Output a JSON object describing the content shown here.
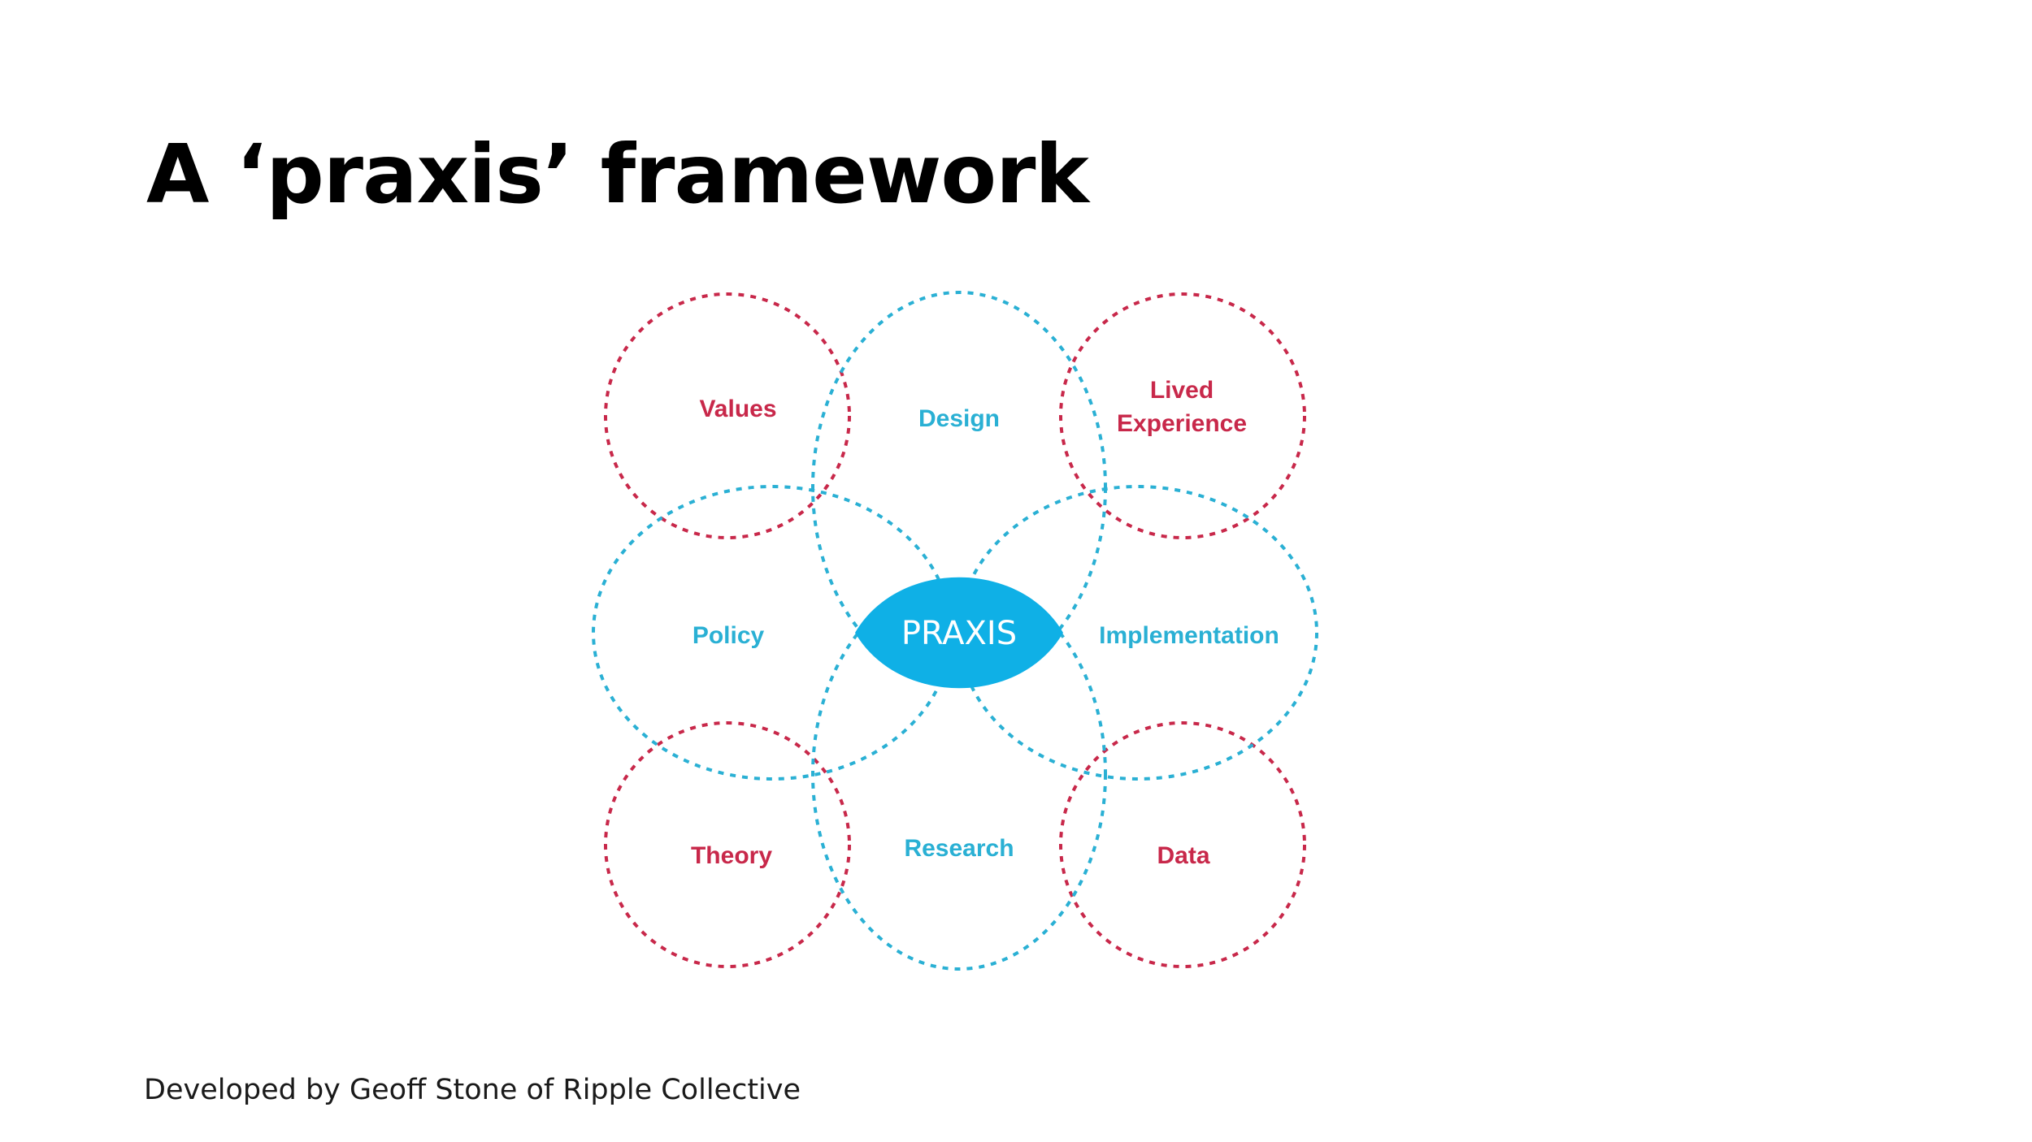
{
  "slide": {
    "title": "A ‘praxis’ framework",
    "footer": "Developed by Geoff Stone of Ripple Collective"
  },
  "diagram": {
    "center": {
      "label": "PRAXIS"
    },
    "outer_circles": {
      "values": "Values",
      "lived_experience_line1": "Lived",
      "lived_experience_line2": "Experience",
      "theory": "Theory",
      "data": "Data"
    },
    "ellipses": {
      "design": "Design",
      "policy": "Policy",
      "implementation": "Implementation",
      "research": "Research"
    }
  },
  "colors": {
    "red": "#c8284a",
    "blue": "#2ab0d4",
    "center_fill": "#0fb0e6",
    "center_text": "#ffffff"
  }
}
